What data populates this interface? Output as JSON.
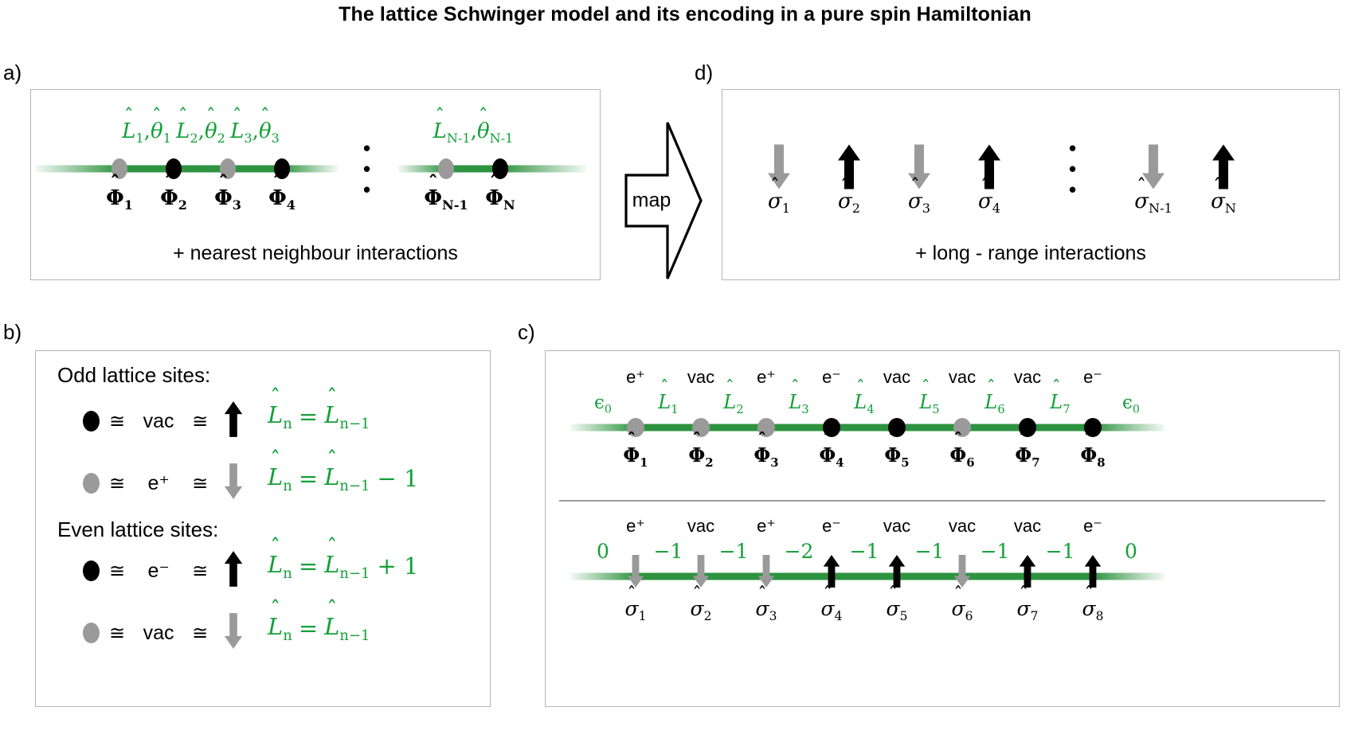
{
  "figure": {
    "title": "The lattice Schwinger model and its encoding in a pure spin Hamiltonian",
    "colors": {
      "green": "#13a038",
      "link_green": "#2e9340",
      "black_site": "#000000",
      "gray_site": "#9a9a9a",
      "box_border": "#b4b4b4"
    }
  },
  "panel_a": {
    "letter": "a)",
    "caption": "+ nearest neighbour interactions",
    "link_labels": [
      "L̂1,θ̂1",
      "L̂2,θ̂2",
      "L̂3,θ̂3",
      "L̂N-1,θ̂N-1"
    ],
    "link_label_parts": [
      {
        "L": "L",
        "Lsub": "1",
        "th": "θ",
        "thsub": "1"
      },
      {
        "L": "L",
        "Lsub": "2",
        "th": "θ",
        "thsub": "2"
      },
      {
        "L": "L",
        "Lsub": "3",
        "th": "θ",
        "thsub": "3"
      },
      {
        "L": "L",
        "Lsub": "N-1",
        "th": "θ",
        "thsub": "N-1"
      }
    ],
    "site_labels": [
      {
        "sym": "Φ",
        "sub": "1"
      },
      {
        "sym": "Φ",
        "sub": "2"
      },
      {
        "sym": "Φ",
        "sub": "3"
      },
      {
        "sym": "Φ",
        "sub": "4"
      },
      {
        "sym": "Φ",
        "sub": "N-1"
      },
      {
        "sym": "Φ",
        "sub": "N"
      }
    ],
    "site_colors": [
      "gray",
      "black",
      "gray",
      "black",
      "gray",
      "black"
    ],
    "ellipsis": "• • •"
  },
  "map_arrow": {
    "label": "map"
  },
  "panel_d": {
    "letter": "d)",
    "caption": "+ long - range interactions",
    "spins": [
      "down",
      "up",
      "down",
      "up",
      "down",
      "up"
    ],
    "spin_colors": [
      "gray",
      "black",
      "gray",
      "black",
      "gray",
      "black"
    ],
    "site_labels": [
      {
        "sym": "σ",
        "sub": "1"
      },
      {
        "sym": "σ",
        "sub": "2"
      },
      {
        "sym": "σ",
        "sub": "3"
      },
      {
        "sym": "σ",
        "sub": "4"
      },
      {
        "sym": "σ",
        "sub": "N-1"
      },
      {
        "sym": "σ",
        "sub": "N"
      }
    ],
    "ellipsis": "• • •"
  },
  "panel_b": {
    "letter": "b)",
    "heading_odd": "Odd lattice sites:",
    "heading_even": "Even lattice sites:",
    "rows_odd": [
      {
        "site": "black",
        "particle": "vac",
        "spin": "up",
        "spin_color": "black",
        "eq_lhs_sym": "L",
        "eq_lhs_sub": "n",
        "eq_rhs_sym": "L",
        "eq_rhs_sub": "n−1",
        "eq_tail": ""
      },
      {
        "site": "gray",
        "particle": "e⁺",
        "spin": "down",
        "spin_color": "gray",
        "eq_lhs_sym": "L",
        "eq_lhs_sub": "n",
        "eq_rhs_sym": "L",
        "eq_rhs_sub": "n−1",
        "eq_tail": "− 1"
      }
    ],
    "rows_even": [
      {
        "site": "black",
        "particle": "e⁻",
        "spin": "up",
        "spin_color": "black",
        "eq_lhs_sym": "L",
        "eq_lhs_sub": "n",
        "eq_rhs_sym": "L",
        "eq_rhs_sub": "n−1",
        "eq_tail": "+ 1"
      },
      {
        "site": "gray",
        "particle": "vac",
        "spin": "down",
        "spin_color": "gray",
        "eq_lhs_sym": "L",
        "eq_lhs_sub": "n",
        "eq_rhs_sym": "L",
        "eq_rhs_sub": "n−1",
        "eq_tail": ""
      }
    ],
    "congruent": "≅"
  },
  "panel_c": {
    "letter": "c)",
    "top_row": {
      "edge_label_left": {
        "sym": "ϵ",
        "sub": "0"
      },
      "edge_label_right": {
        "sym": "ϵ",
        "sub": "0"
      },
      "particles": [
        "e⁺",
        "vac",
        "e⁺",
        "e⁻",
        "vac",
        "vac",
        "vac",
        "e⁻"
      ],
      "link_labels": [
        {
          "sym": "L",
          "sub": "1"
        },
        {
          "sym": "L",
          "sub": "2"
        },
        {
          "sym": "L",
          "sub": "3"
        },
        {
          "sym": "L",
          "sub": "4"
        },
        {
          "sym": "L",
          "sub": "5"
        },
        {
          "sym": "L",
          "sub": "6"
        },
        {
          "sym": "L",
          "sub": "7"
        }
      ],
      "site_colors": [
        "gray",
        "gray",
        "gray",
        "black",
        "black",
        "gray",
        "black",
        "black"
      ],
      "site_labels": [
        {
          "sym": "Φ",
          "sub": "1"
        },
        {
          "sym": "Φ",
          "sub": "2"
        },
        {
          "sym": "Φ",
          "sub": "3"
        },
        {
          "sym": "Φ",
          "sub": "4"
        },
        {
          "sym": "Φ",
          "sub": "5"
        },
        {
          "sym": "Φ",
          "sub": "6"
        },
        {
          "sym": "Φ",
          "sub": "7"
        },
        {
          "sym": "Φ",
          "sub": "8"
        }
      ]
    },
    "bottom_row": {
      "edge_value_left": "0",
      "edge_value_right": "0",
      "particles": [
        "e⁺",
        "vac",
        "e⁺",
        "e⁻",
        "vac",
        "vac",
        "vac",
        "e⁻"
      ],
      "link_values": [
        "−1",
        "−1",
        "−2",
        "−1",
        "−1",
        "−1",
        "−1"
      ],
      "spins": [
        "down",
        "down",
        "down",
        "up",
        "up",
        "down",
        "up",
        "up"
      ],
      "spin_colors": [
        "gray",
        "gray",
        "gray",
        "black",
        "black",
        "gray",
        "black",
        "black"
      ],
      "site_labels": [
        {
          "sym": "σ",
          "sub": "1"
        },
        {
          "sym": "σ",
          "sub": "2"
        },
        {
          "sym": "σ",
          "sub": "3"
        },
        {
          "sym": "σ",
          "sub": "4"
        },
        {
          "sym": "σ",
          "sub": "5"
        },
        {
          "sym": "σ",
          "sub": "6"
        },
        {
          "sym": "σ",
          "sub": "7"
        },
        {
          "sym": "σ",
          "sub": "8"
        }
      ]
    }
  }
}
